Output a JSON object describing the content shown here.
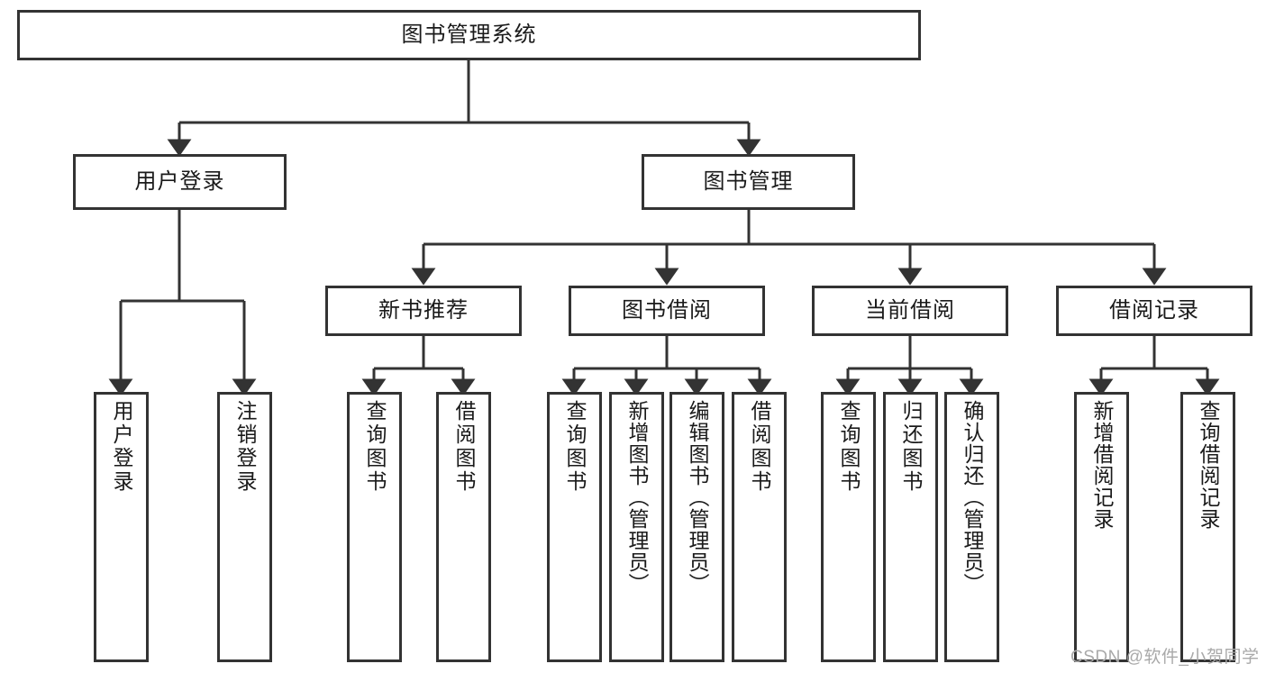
{
  "diagram": {
    "title": "图书管理系统",
    "type": "tree-hierarchy-diagram",
    "stroke_color": "#333333",
    "text_color": "#1a1a1a",
    "background_color": "#ffffff",
    "root": {
      "label": "图书管理系统"
    },
    "level2": [
      {
        "label": "用户登录"
      },
      {
        "label": "图书管理"
      }
    ],
    "level3": [
      {
        "label": "新书推荐"
      },
      {
        "label": "图书借阅"
      },
      {
        "label": "当前借阅"
      },
      {
        "label": "借阅记录"
      }
    ],
    "leaves": {
      "user_login": [
        {
          "label": "用户登录"
        },
        {
          "label": "注销登录"
        }
      ],
      "new_book_recommend": [
        {
          "label": "查询图书"
        },
        {
          "label": "借阅图书"
        }
      ],
      "book_borrow": [
        {
          "label": "查询图书"
        },
        {
          "label": "新增图书（管理员）"
        },
        {
          "label": "编辑图书（管理员）"
        },
        {
          "label": "借阅图书"
        }
      ],
      "current_borrow": [
        {
          "label": "查询图书"
        },
        {
          "label": "归还图书"
        },
        {
          "label": "确认归还（管理员）"
        }
      ],
      "borrow_record": [
        {
          "label": "新增借阅记录"
        },
        {
          "label": "查询借阅记录"
        }
      ]
    }
  },
  "watermark": {
    "text": "CSDN @软件_小贺同学"
  }
}
